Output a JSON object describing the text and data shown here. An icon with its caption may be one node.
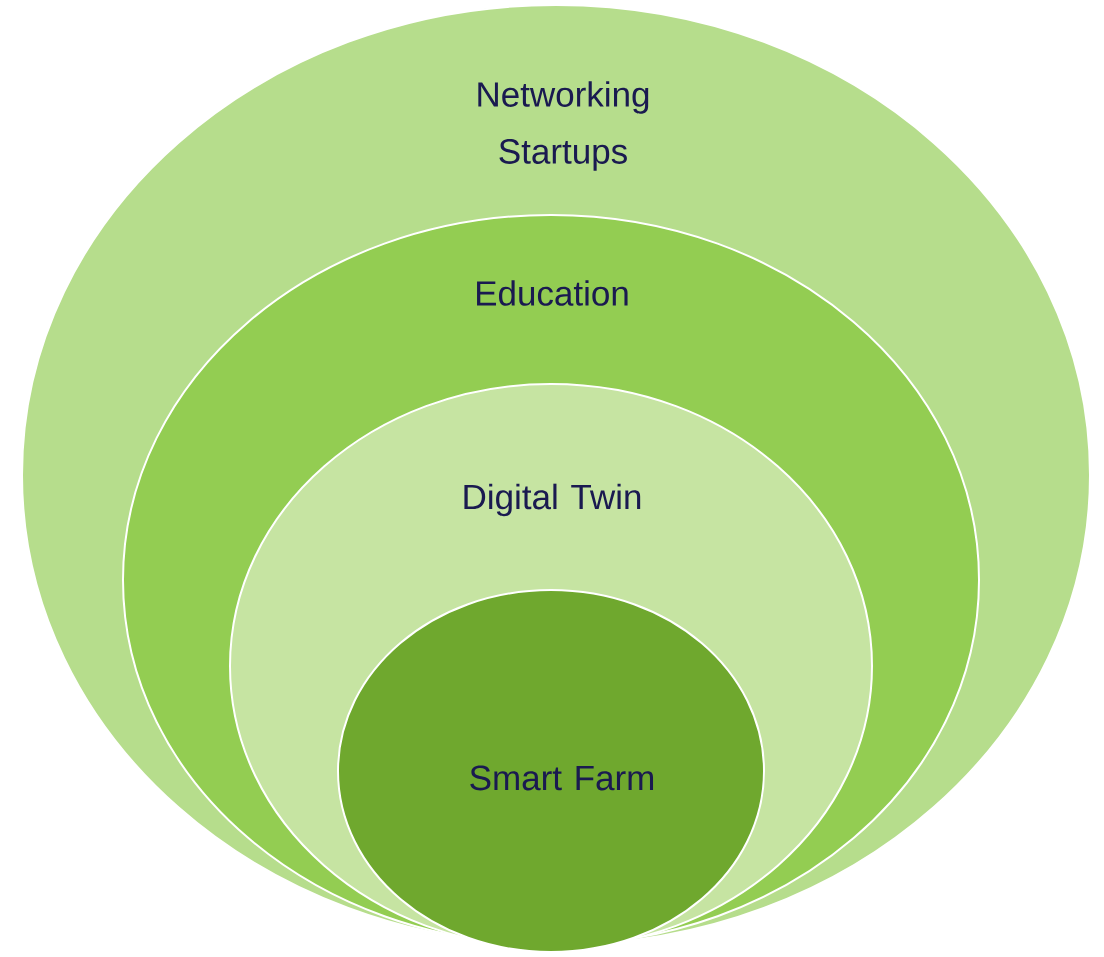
{
  "diagram": {
    "nodes": [
      {
        "text": [
          "Networking Startups"
        ]
      },
      {
        "text": [
          "Education"
        ],
        "in": 0
      },
      {
        "text": [
          "Digital Twin"
        ],
        "in": 1
      },
      {
        "text": [
          "Smart Farm"
        ],
        "in": 2
      }
    ]
  }
}
